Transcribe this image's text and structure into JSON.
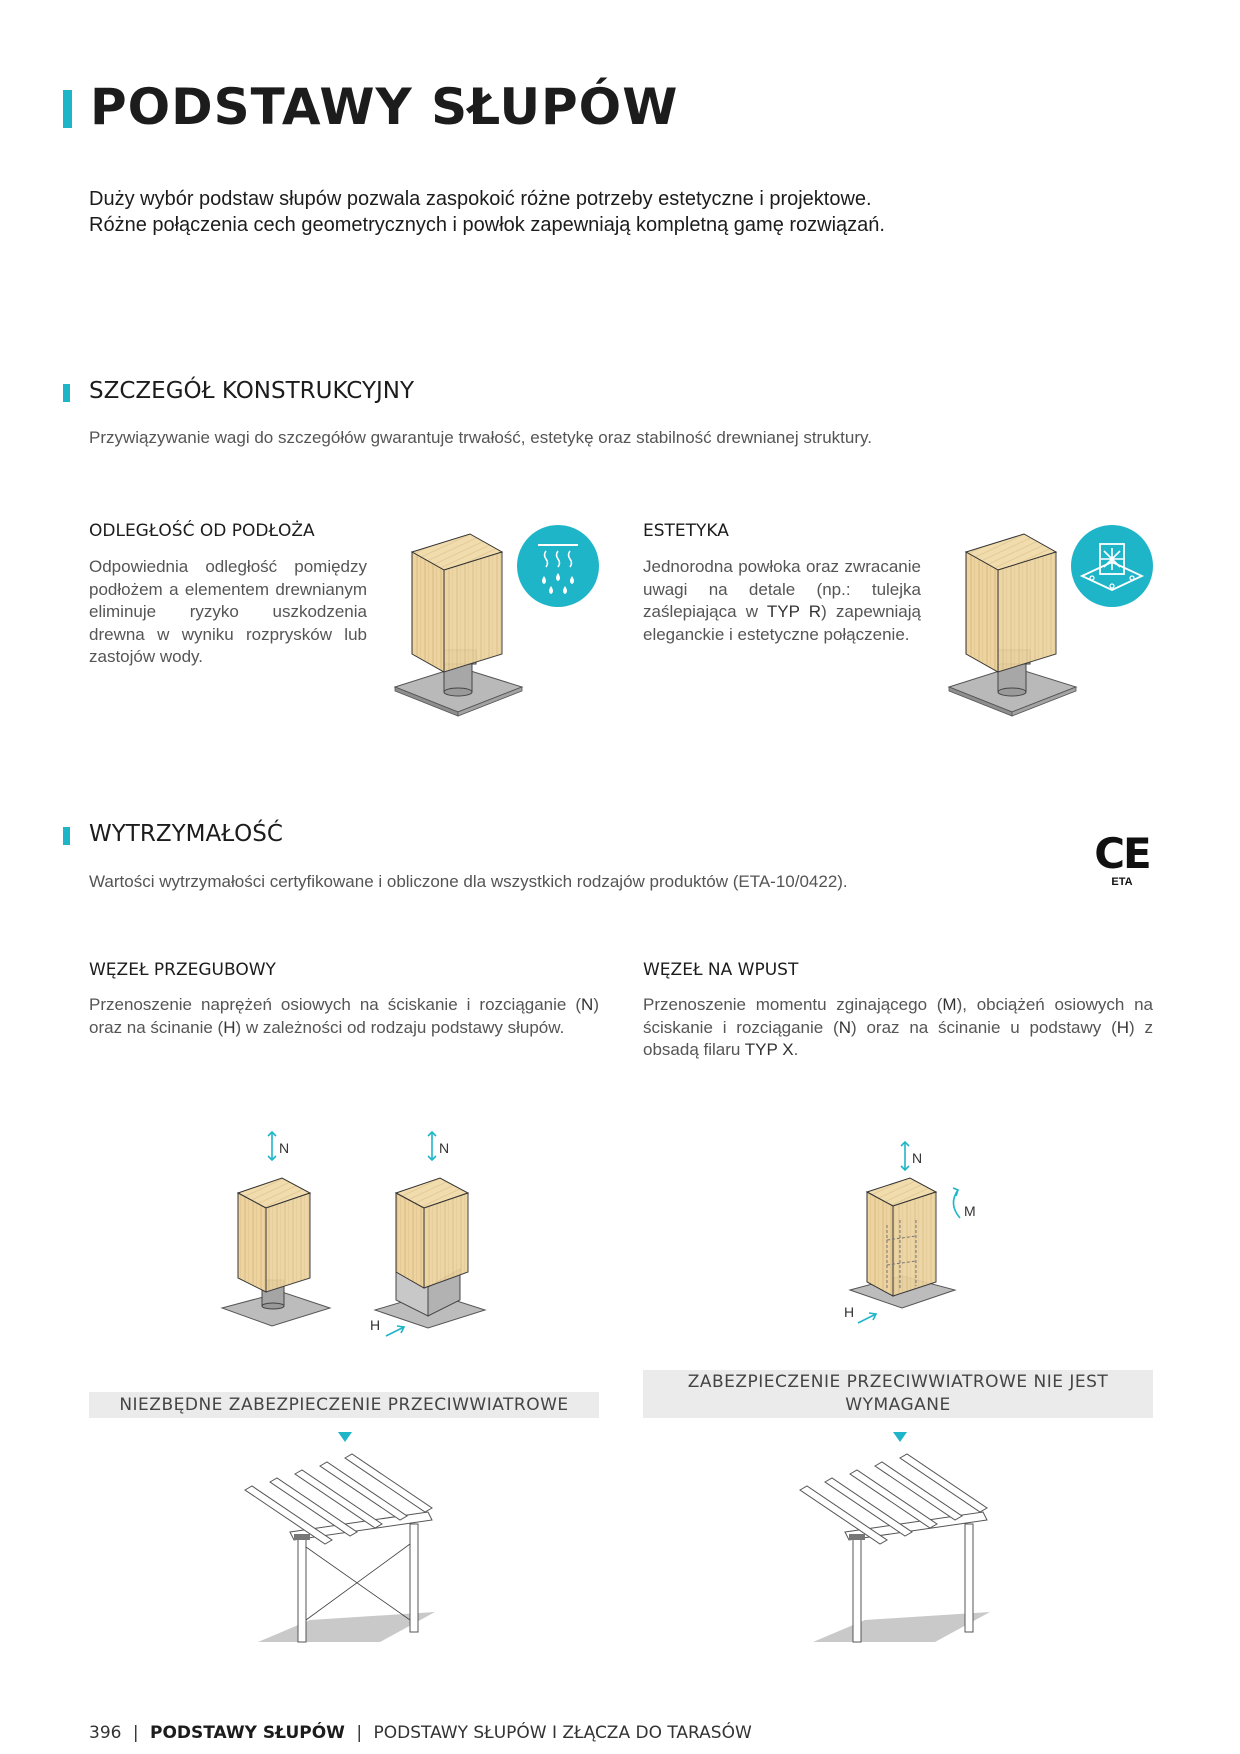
{
  "title": "PODSTAWY SŁUPÓW",
  "intro": {
    "line1": "Duży wybór podstaw słupów pozwala zaspokoić różne potrzeby estetyczne i projektowe.",
    "line2": "Różne połączenia cech geometrycznych i powłok zapewniają kompletną gamę rozwiązań."
  },
  "section1": {
    "title": "SZCZEGÓŁ KONSTRUKCYJNY",
    "description": "Przywiązywanie wagi do szczegółów gwarantuje trwałość, estetykę oraz stabilność drewnianej struktury.",
    "left": {
      "title": "ODLEGŁOŚĆ OD PODŁOŻA",
      "text": "Odpowiednia odległość pomiędzy podłożem a elementem drewnianym eliminuje ryzyko uszkodzenia drewna w wyniku rozprysków lub zastojów wody.",
      "icon": "water-drops-icon"
    },
    "right": {
      "title": "ESTETYKA",
      "text_before": "Jednorodna powłoka oraz zwracanie uwagi na detale (np.: tulejka zaślepiająca w ",
      "text_bold": "TYP R",
      "text_after": ") zapewniają eleganckie i estetyczne połączenie.",
      "icon": "sparkle-plate-icon"
    }
  },
  "section2": {
    "title": "WYTRZYMAŁOŚĆ",
    "description": "Wartości wytrzymałości certyfikowane i obliczone dla wszystkich rodzajów produktów (ETA-10/0422).",
    "ce_mark": "CE",
    "ce_label": "ETA",
    "left": {
      "title": "WĘZEŁ PRZEGUBOWY",
      "text_1": "Przenoszenie naprężeń osiowych na ściskanie i rozciąganie (",
      "text_n": "N",
      "text_2": ") oraz na ścinanie (",
      "text_h": "H",
      "text_3": ") w zależności od rodzaju podstawy słupów.",
      "labels": {
        "n1": "N",
        "n2": "N",
        "h": "H"
      },
      "band": "NIEZBĘDNE ZABEZPIECZENIE PRZECIWWIATROWE"
    },
    "right": {
      "title": "WĘZEŁ NA WPUST",
      "text_1": "Przenoszenie momentu zginającego (",
      "text_m": "M",
      "text_2": "), obciążeń osiowych na ściskanie i rozciąganie (",
      "text_n": "N",
      "text_3": ") oraz na ścinanie u podstawy (",
      "text_h": "H",
      "text_4": ") z obsadą filaru ",
      "text_bold": "TYP X",
      "text_5": ".",
      "labels": {
        "n": "N",
        "m": "M",
        "h": "H"
      },
      "band": "ZABEZPIECZENIE PRZECIWWIATROWE NIE JEST WYMAGANE"
    }
  },
  "footer": {
    "page_number": "396",
    "sep1": "|",
    "section": "PODSTAWY SŁUPÓW",
    "sep2": "|",
    "catalog": "PODSTAWY SŁUPÓW I ZŁĄCZA DO TARASÓW"
  },
  "colors": {
    "accent": "#1fb5c9",
    "wood": "#ecd19c",
    "steel": "#bdbdbd"
  }
}
